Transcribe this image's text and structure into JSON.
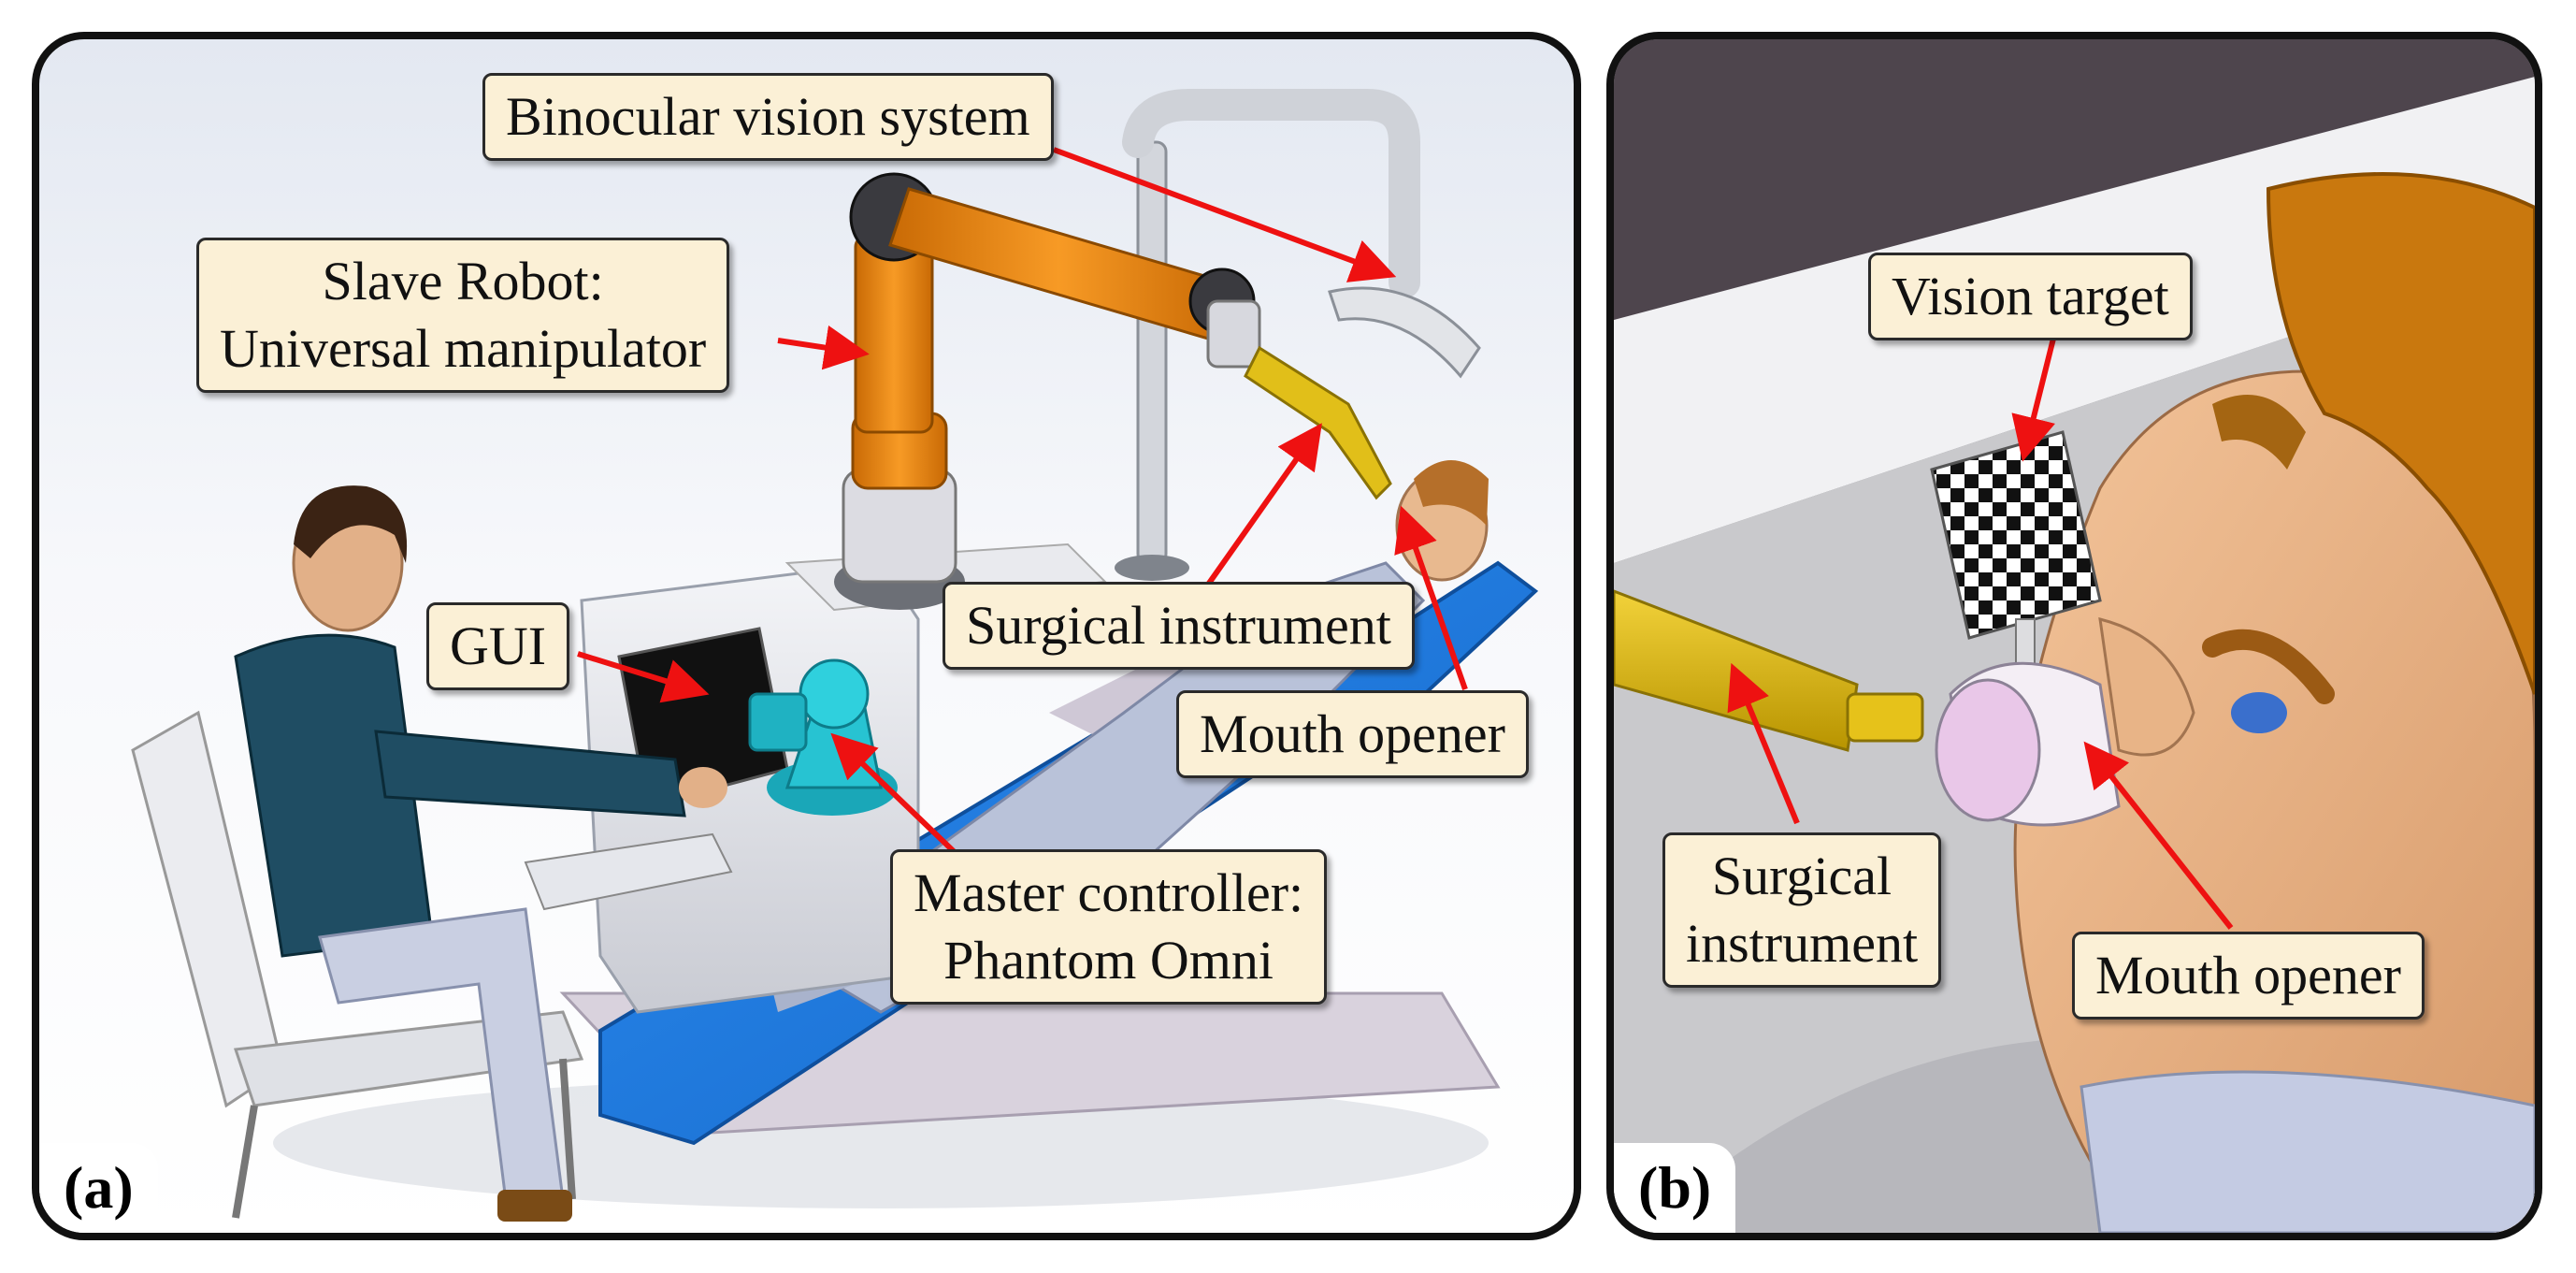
{
  "panel_a": {
    "tag": "(a)",
    "labels": {
      "binocular": "Binocular vision system",
      "slave_line1": "Slave Robot:",
      "slave_line2": "Universal manipulator",
      "gui": "GUI",
      "surgical": "Surgical instrument",
      "mouth": "Mouth opener",
      "master_line1": "Master controller:",
      "master_line2": "Phantom Omni"
    }
  },
  "panel_b": {
    "tag": "(b)",
    "labels": {
      "vision_target": "Vision target",
      "surgical_line1": "Surgical",
      "surgical_line2": "instrument",
      "mouth": "Mouth opener"
    }
  },
  "colors": {
    "arrow": "#ee1111",
    "label_fill": "#fbf0d6",
    "robot_orange": "#f08a10",
    "chair_blue": "#1f7fe6",
    "instrument_yellow": "#e6c21a"
  }
}
